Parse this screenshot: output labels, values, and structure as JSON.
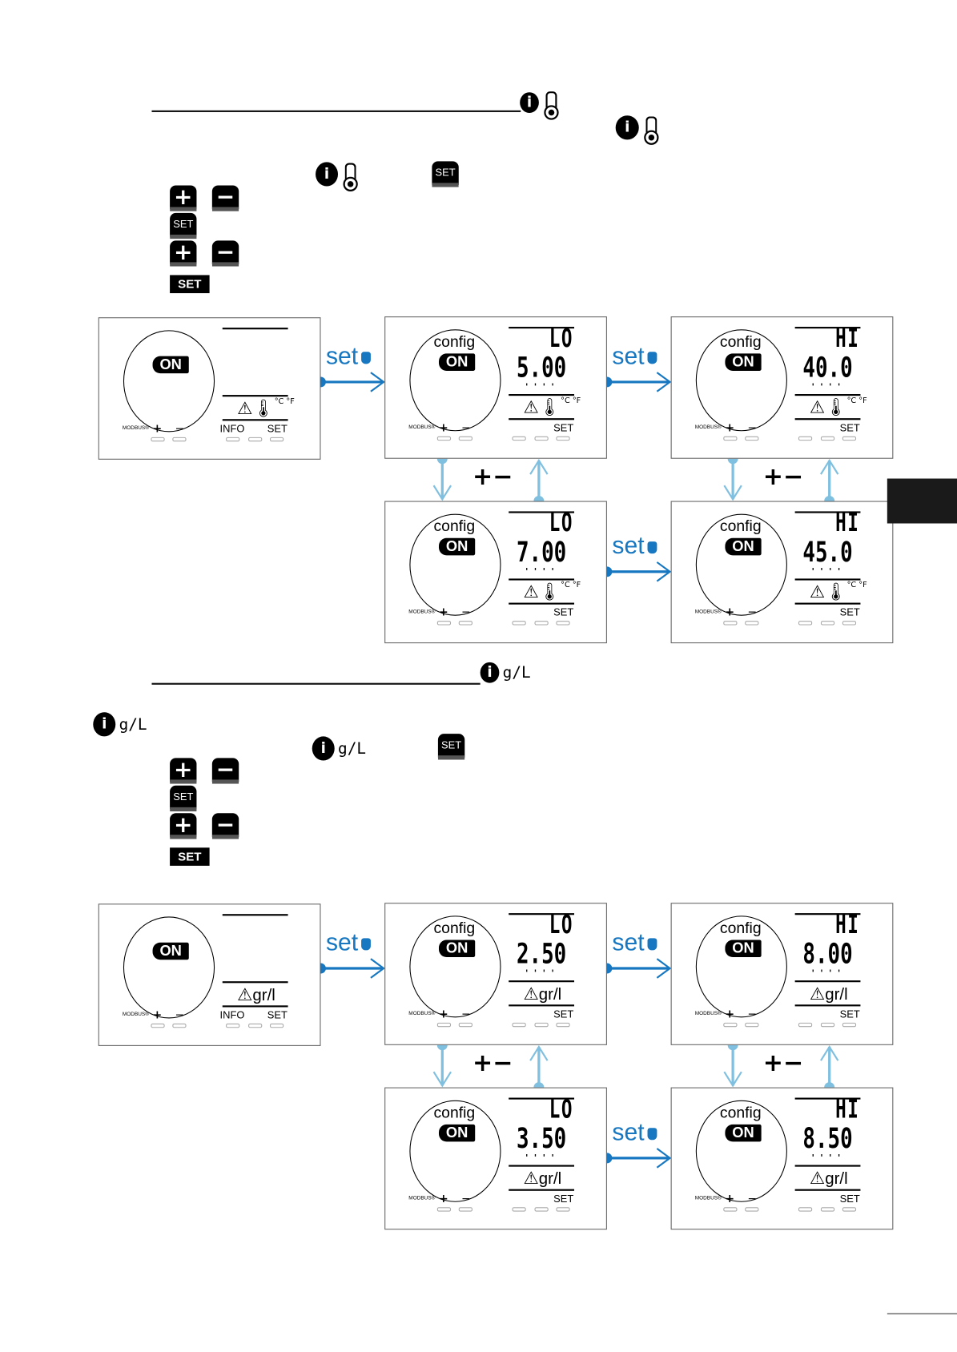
{
  "section_temperature": {
    "heading_icons": [
      "info-icon",
      "thermometer-icon"
    ],
    "steps": [
      {
        "keys": [
          "plus-key",
          "minus-key"
        ]
      },
      {
        "keys": [
          "set-key"
        ]
      },
      {
        "keys": [
          "plus-key",
          "minus-key"
        ]
      },
      {
        "keys": [
          "set-flat"
        ]
      }
    ],
    "panels": [
      {
        "config": false,
        "top": "",
        "value": "",
        "unit": "temp",
        "info": "INFO",
        "set": "SET"
      },
      {
        "config": true,
        "top": "LO",
        "value": "5.00",
        "unit": "temp",
        "info": "",
        "set": "SET"
      },
      {
        "config": true,
        "top": "HI",
        "value": "40.0",
        "unit": "temp",
        "info": "",
        "set": "SET"
      },
      {
        "config": true,
        "top": "LO",
        "value": "7.00",
        "unit": "temp",
        "info": "",
        "set": "SET"
      },
      {
        "config": true,
        "top": "HI",
        "value": "45.0",
        "unit": "temp",
        "info": "",
        "set": "SET"
      }
    ]
  },
  "section_salinity": {
    "unit_label": "g/L",
    "steps": [
      {
        "keys": [
          "plus-key",
          "minus-key"
        ]
      },
      {
        "keys": [
          "set-key"
        ]
      },
      {
        "keys": [
          "plus-key",
          "minus-key"
        ]
      },
      {
        "keys": [
          "set-flat"
        ]
      }
    ],
    "panels": [
      {
        "config": false,
        "top": "",
        "value": "",
        "unit": "gr/l",
        "info": "INFO",
        "set": "SET"
      },
      {
        "config": true,
        "top": "LO",
        "value": "2.50",
        "unit": "gr/l",
        "info": "",
        "set": "SET"
      },
      {
        "config": true,
        "top": "HI",
        "value": "8.00",
        "unit": "gr/l",
        "info": "",
        "set": "SET"
      },
      {
        "config": true,
        "top": "LO",
        "value": "3.50",
        "unit": "gr/l",
        "info": "",
        "set": "SET"
      },
      {
        "config": true,
        "top": "HI",
        "value": "8.50",
        "unit": "gr/l",
        "info": "",
        "set": "SET"
      }
    ]
  },
  "labels": {
    "config": "config",
    "on": "ON",
    "modbus": "MODBUS®",
    "plus": "+",
    "minus": "−",
    "set_arrow": "set",
    "plus_minus": "+−",
    "set_key": "SET",
    "temp_scale": "°C °F"
  },
  "colors": {
    "arrow_dark": "#1777c0",
    "arrow_light": "#7fbfdf",
    "side_tab": "#1a1a1a"
  }
}
